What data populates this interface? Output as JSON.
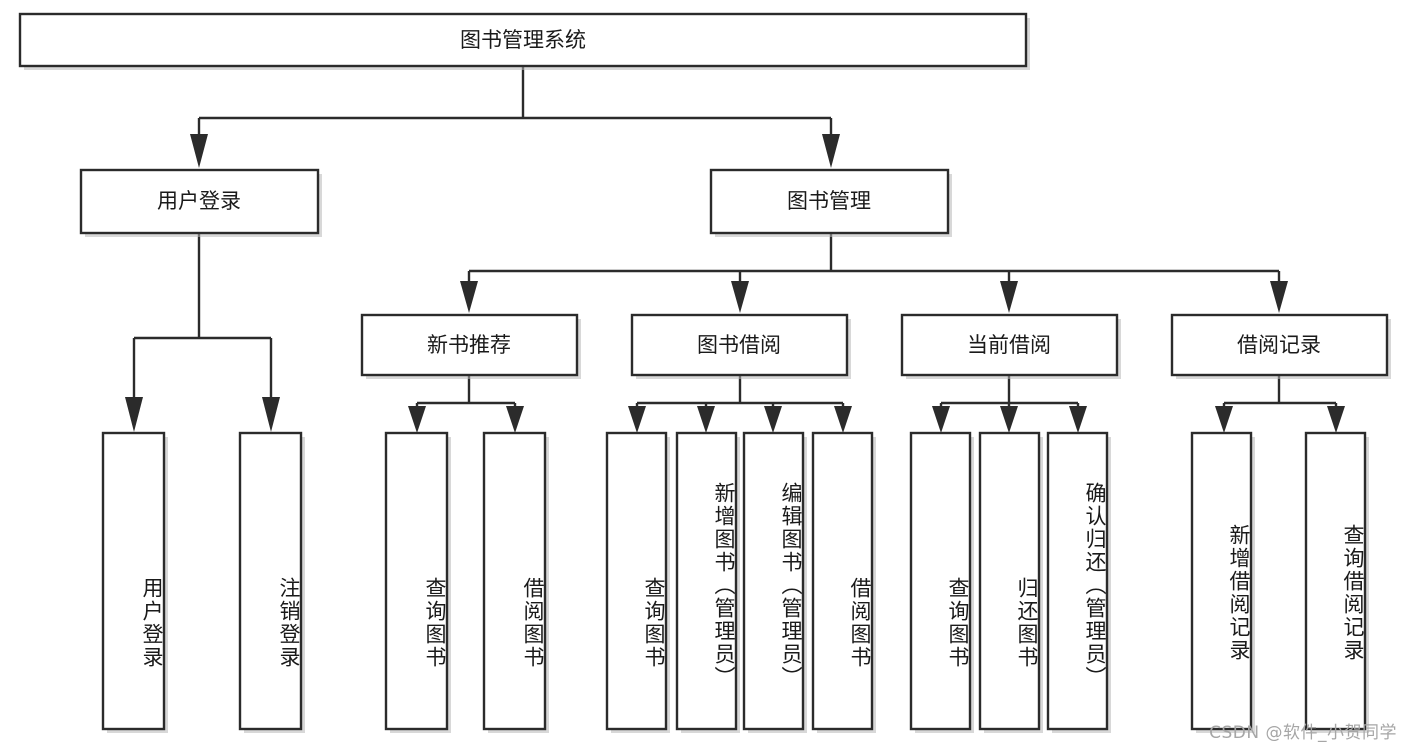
{
  "diagram": {
    "title": "图书管理系统",
    "type": "tree",
    "watermark": "CSDN @软件_小贺同学",
    "levels": {
      "root": {
        "label": "图书管理系统"
      },
      "level2": [
        {
          "id": "user-login",
          "label": "用户登录"
        },
        {
          "id": "book-manage",
          "label": "图书管理"
        }
      ],
      "level3": [
        {
          "id": "new-book-rec",
          "label": "新书推荐"
        },
        {
          "id": "book-borrow",
          "label": "图书借阅"
        },
        {
          "id": "current-borrow",
          "label": "当前借阅"
        },
        {
          "id": "borrow-record",
          "label": "借阅记录"
        }
      ],
      "leaves": {
        "user-login": [
          {
            "id": "leaf-user-login",
            "label": "用户登录"
          },
          {
            "id": "leaf-logout-login",
            "label": "注销登录"
          }
        ],
        "new-book-rec": [
          {
            "id": "leaf-query-book-1",
            "label": "查询图书"
          },
          {
            "id": "leaf-borrow-book-1",
            "label": "借阅图书"
          }
        ],
        "book-borrow": [
          {
            "id": "leaf-query-book-2",
            "label": "查询图书"
          },
          {
            "id": "leaf-add-book",
            "label": "新增图书（管理员）"
          },
          {
            "id": "leaf-edit-book",
            "label": "编辑图书（管理员）"
          },
          {
            "id": "leaf-borrow-book-2",
            "label": "借阅图书"
          }
        ],
        "current-borrow": [
          {
            "id": "leaf-query-book-3",
            "label": "查询图书"
          },
          {
            "id": "leaf-return-book",
            "label": "归还图书"
          },
          {
            "id": "leaf-confirm-return",
            "label": "确认归还（管理员）"
          }
        ],
        "borrow-record": [
          {
            "id": "leaf-add-record",
            "label": "新增借阅记录"
          },
          {
            "id": "leaf-query-record",
            "label": "查询借阅记录"
          }
        ]
      }
    },
    "colors": {
      "stroke": "#2b2b2b",
      "fill": "#ffffff",
      "text": "#1a1a1a",
      "watermark": "#a6a6a6",
      "background": "#ffffff"
    }
  }
}
